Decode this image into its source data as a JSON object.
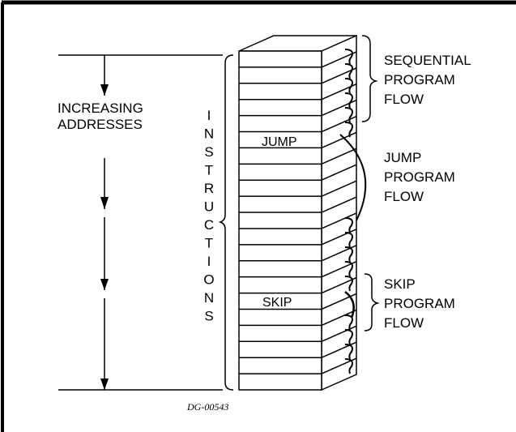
{
  "figure": {
    "side_labels": {
      "increasing": [
        "INCREASING",
        "ADDRESSES"
      ],
      "instructions_letters": [
        "I",
        "N",
        "S",
        "T",
        "R",
        "U",
        "C",
        "T",
        "I",
        "O",
        "N",
        "S"
      ]
    },
    "flow_labels": {
      "sequential": [
        "SEQUENTIAL",
        "PROGRAM",
        "FLOW"
      ],
      "jump": [
        "JUMP",
        "PROGRAM",
        "FLOW"
      ],
      "skip": [
        "SKIP",
        "PROGRAM",
        "FLOW"
      ]
    },
    "stack": {
      "row_count": 21,
      "jump_label": "JUMP",
      "skip_label": "SKIP"
    },
    "figure_code": "DG-00543"
  }
}
